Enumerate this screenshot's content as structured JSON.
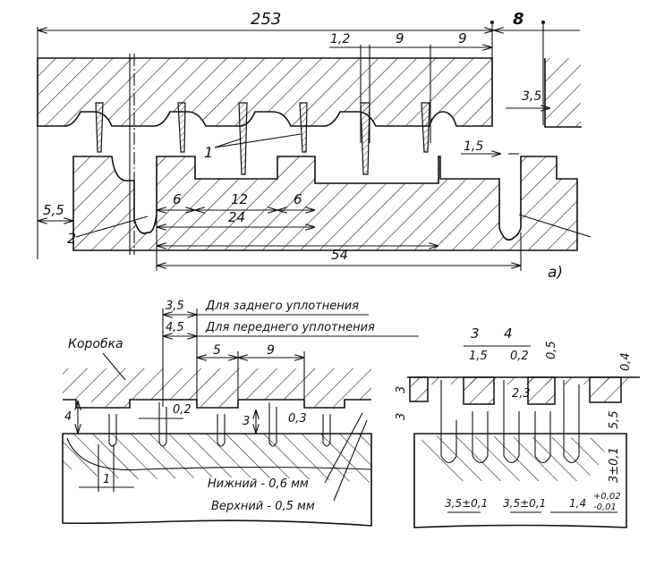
{
  "figure_a": {
    "label": "а)",
    "dims": {
      "overall": "253",
      "gap": "8",
      "pitch_small": "1,2",
      "pitch_a": "9",
      "pitch_b": "9",
      "offset_right": "3,5",
      "clearance": "1,5",
      "edge_left": "5,5",
      "land_a": "6",
      "land_mid": "12",
      "land_b": "6",
      "span_24": "24",
      "span_54": "54"
    },
    "callouts": {
      "fins": "1",
      "groove": "2"
    }
  },
  "figure_b": {
    "label_box": "Коробка",
    "note_rear": "Для заднего уплотнения",
    "note_front": "Для переднего уплотнения",
    "dims": {
      "rear_offset": "3,5",
      "front_offset": "4,5",
      "w5": "5",
      "w9": "9",
      "h4": "4",
      "gap02": "0,2",
      "h3": "3",
      "gap03": "0,3",
      "w1": "1"
    },
    "notes": {
      "lower": "Нижний - 0,6 мм",
      "upper": "Верхний - 0,5 мм"
    }
  },
  "figure_c": {
    "dims": {
      "w3": "3",
      "w4": "4",
      "w15": "1,5",
      "w02": "0,2",
      "h05": "0,5",
      "h04": "0,4",
      "w23": "2,3",
      "h3a": "3",
      "h3b": "3",
      "h55": "5,5",
      "tol3": "3±0,1",
      "pitch1": "3,5±0,1",
      "pitch2": "3,5±0,1",
      "fin": "1,4",
      "fin_tol_up": "+0,02",
      "fin_tol_dn": "-0,01"
    }
  }
}
